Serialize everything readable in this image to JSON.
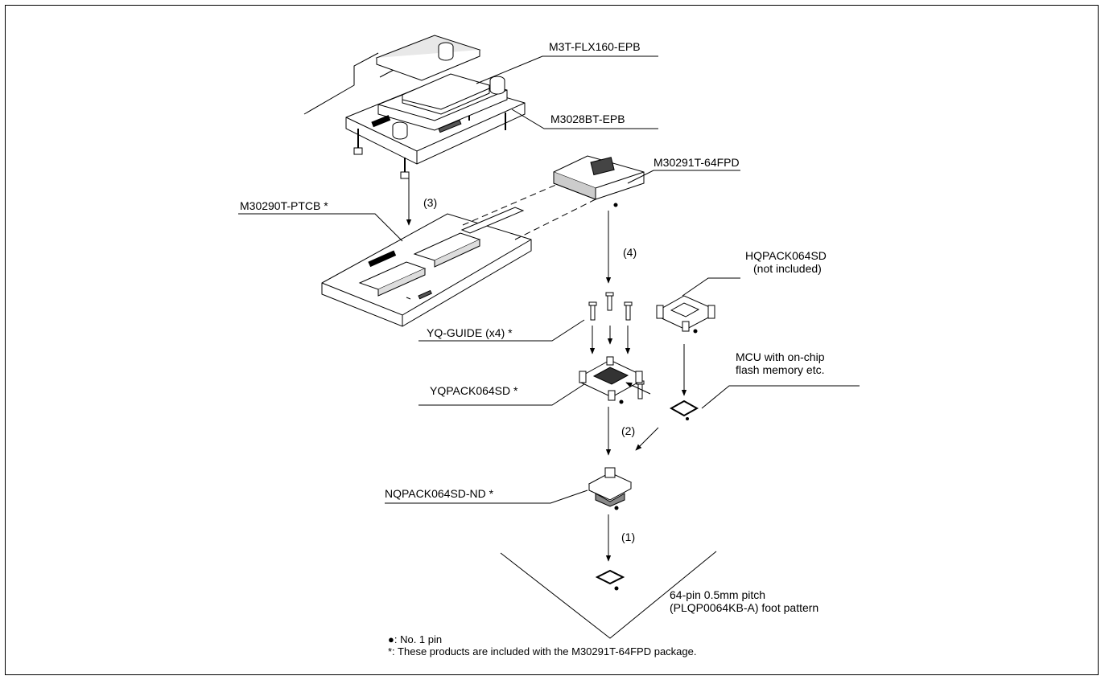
{
  "labels": {
    "flx_board": "M3T-FLX160-EPB",
    "emu_board": "M3028BT-EPB",
    "fpd_board": "M30291T-64FPD",
    "ptcb_board": "M30290T-PTCB *",
    "hqpack_name": "HQPACK064SD",
    "hqpack_note": "(not included)",
    "yq_guide": "YQ-GUIDE (x4) *",
    "yqpack": "YQPACK064SD *",
    "mcu_line1": "MCU with on-chip",
    "mcu_line2": "flash memory etc.",
    "nqpack": "NQPACK064SD-ND *",
    "foot_line1": "64-pin 0.5mm pitch",
    "foot_line2": "(PLQP0064KB-A) foot pattern"
  },
  "steps": {
    "s1": "(1)",
    "s2": "(2)",
    "s3": "(3)",
    "s4": "(4)"
  },
  "legend": {
    "pin1": "●: No. 1 pin",
    "included": "*: These products are included with the M30291T-64FPD package."
  }
}
